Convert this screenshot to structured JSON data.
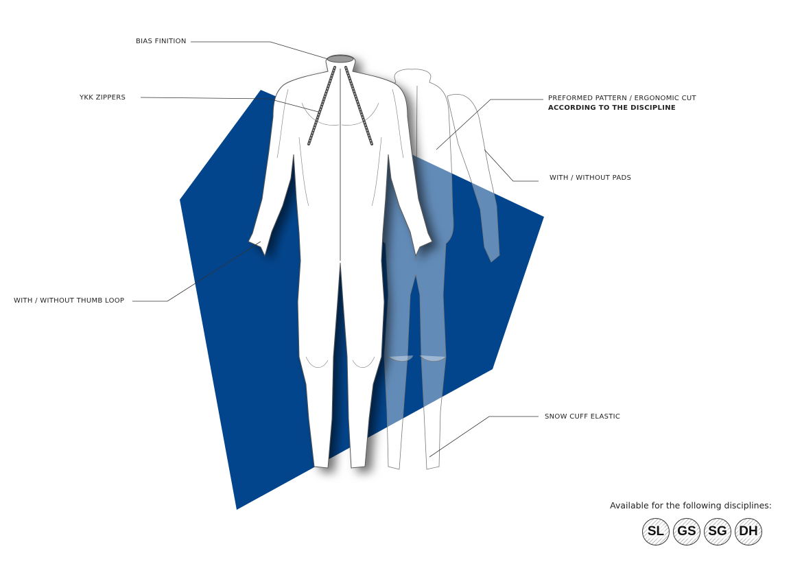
{
  "colors": {
    "accent_blue": "#03458c",
    "translucent_blue": "rgba(255,255,255,0.38)",
    "outline": "#555555",
    "leader_line": "#333333"
  },
  "callouts": {
    "bias_finition": "BIAS FINITION",
    "ykk_zippers": "YKK ZIPPERS",
    "preformed_pattern": "PREFORMED PATTERN / ERGONOMIC CUT",
    "preformed_pattern_strong": "ACCORDING TO THE DISCIPLINE",
    "pads": "WITH / WITHOUT PADS",
    "thumb_loop": "WITH / WITHOUT THUMB LOOP",
    "snow_cuff": "SNOW CUFF ELASTIC"
  },
  "availability": {
    "label": "Available for the following disciplines:",
    "disciplines": [
      "SL",
      "GS",
      "SG",
      "DH"
    ]
  }
}
